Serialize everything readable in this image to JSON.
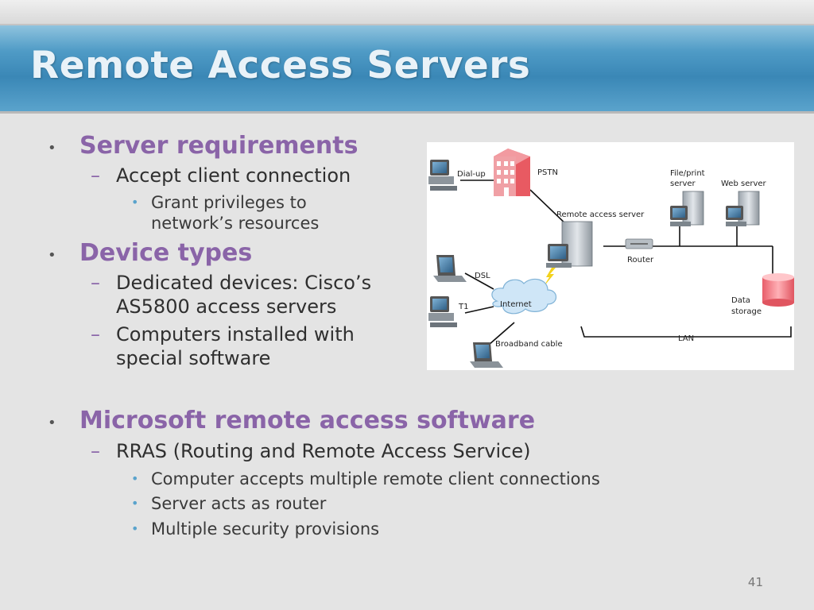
{
  "slide": {
    "title": "Remote Access Servers",
    "page_number": "41"
  },
  "bullets": {
    "server_requirements": "Server requirements",
    "accept_client_connection": "Accept client connection",
    "grant_privileges_line1": "Grant privileges to",
    "grant_privileges_line2": "network’s resources",
    "device_types": "Device types",
    "dedicated_line1": "Dedicated devices: Cisco’s",
    "dedicated_line2": "AS5800 access servers",
    "computers_line1": "Computers installed with",
    "computers_line2": "special software",
    "microsoft_software": "Microsoft remote access software",
    "rras": "RRAS (Routing and Remote Access Service)",
    "multiple_connections": "Computer accepts multiple remote client connections",
    "acts_as_router": "Server acts as router",
    "security_provisions": "Multiple security provisions"
  },
  "markers": {
    "l1": "•",
    "l2": "–",
    "l3": "•"
  },
  "diagram": {
    "dial_up": "Dial-up",
    "pstn": "PSTN",
    "file_print_line1": "File/print",
    "file_print_line2": "server",
    "web_server": "Web server",
    "remote_access_server": "Remote access server",
    "router": "Router",
    "dsl": "DSL",
    "internet": "Internet",
    "t1": "T1",
    "data_storage_line1": "Data",
    "data_storage_line2": "storage",
    "broadband_cable": "Broadband cable",
    "lan": "LAN"
  },
  "colors": {
    "title_band": "#3a87b6",
    "level1_text": "#8a64a8",
    "level3_marker": "#5aa3cc",
    "storage_pink": "#f07a84",
    "cloud_blue": "#cfe6f7"
  }
}
